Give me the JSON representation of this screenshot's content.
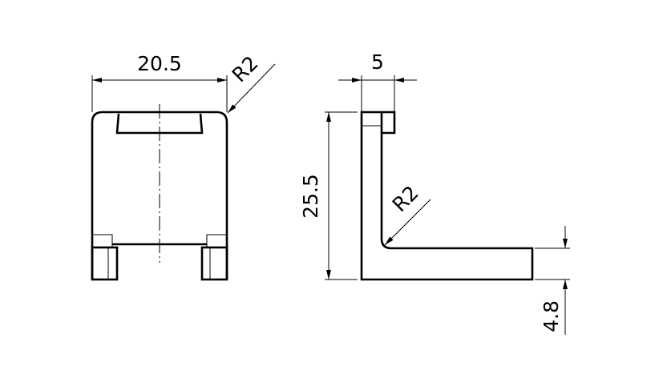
{
  "drawing": {
    "front_view": {
      "width_dimension": "20.5",
      "corner_radius": "R2"
    },
    "side_view": {
      "depth_dimension": "5",
      "height_dimension": "25.5",
      "bend_radius": "R2",
      "thickness_dimension": "4.8"
    }
  }
}
